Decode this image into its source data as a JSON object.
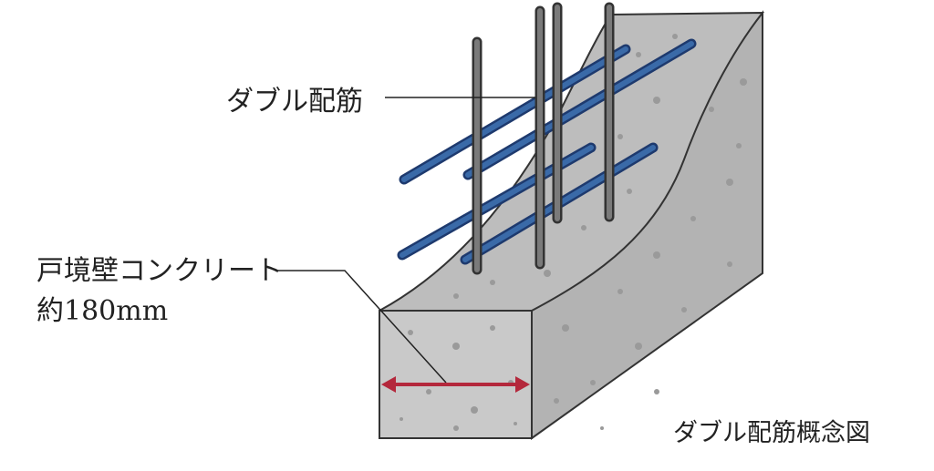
{
  "labels": {
    "double_rebar": "ダブル配筋",
    "wall_name": "戸境壁コンクリート",
    "wall_thickness": "約180mm",
    "caption": "ダブル配筋概念図"
  },
  "colors": {
    "concrete_front": "#c9c9c9",
    "concrete_top": "#bdbdbd",
    "concrete_side": "#b3b3b3",
    "rebar_vertical": "#5f5f5f",
    "rebar_horizontal": "#2b4f8c",
    "dimension_arrow": "#b4283c",
    "leader_line": "#222222"
  }
}
